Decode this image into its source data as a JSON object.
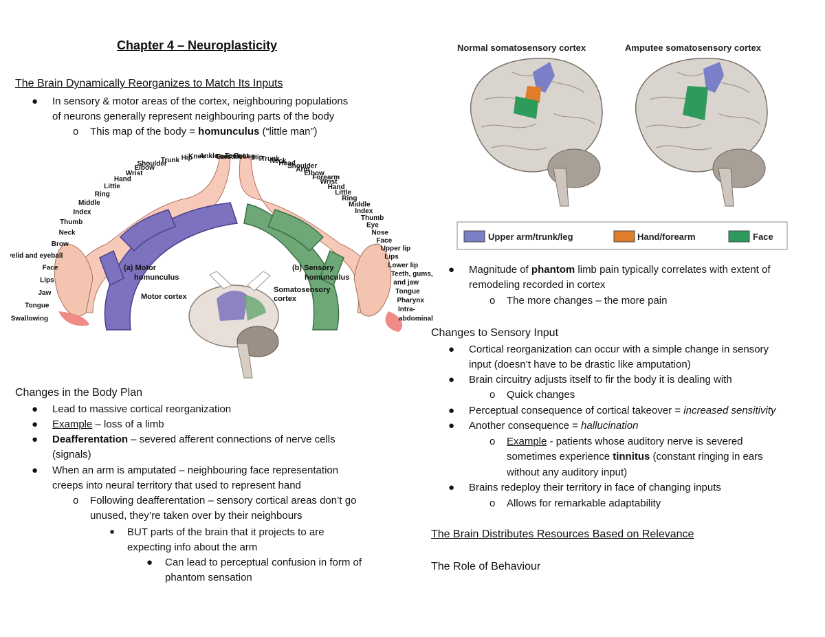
{
  "title": "Chapter 4 – Neuroplasticity",
  "left": {
    "section1": {
      "heading": "The Brain Dynamically Reorganizes to Match Its Inputs",
      "b1_l1": "In sensory & motor areas of the cortex, neighbouring populations",
      "b1_l2": "of neurons generally represent neighbouring parts of the body",
      "sub1_pre": "This map of the body = ",
      "sub1_bold": "homunculus",
      "sub1_post": " (“little man”)"
    },
    "section2": {
      "heading": "Changes in the Body Plan",
      "b1": "Lead to massive cortical reorganization",
      "b2_u": "Example",
      "b2_post": " – loss of a limb",
      "b3_bold": "Deafferentation",
      "b3_post": " – severed afferent connections of nerve cells",
      "b3_l2": "(signals)",
      "b4_l1": "When an arm is amputated – neighbouring face representation",
      "b4_l2": "creeps into neural territory that used to represent hand",
      "s1_l1": "Following deafferentation – sensory cortical areas don’t go",
      "s1_l2": "unused, they’re taken over by their neighbours",
      "ss1_l1": "BUT parts of the brain that it projects to are",
      "ss1_l2": "expecting info about the arm",
      "sss1_l1": "Can lead to perceptual confusion in form of",
      "sss1_l2": "phantom sensation"
    }
  },
  "homunculus_figure": {
    "motor_title": "(a) Motor",
    "motor_title2": "homunculus",
    "sensory_title": "(b) Sensory",
    "sensory_title2": "homunculus",
    "motor_cortex": "Motor cortex",
    "somato1": "Somatosensory",
    "somato2": "cortex",
    "motor_parts": [
      "Toes",
      "Ankle",
      "Knee",
      "Hip",
      "Trunk",
      "Shoulder",
      "Elbow",
      "Wrist",
      "Hand",
      "Little",
      "Ring",
      "Middle",
      "Index",
      "Thumb",
      "Neck",
      "Brow",
      "Eyelid and eyeball",
      "Face",
      "Lips",
      "Jaw",
      "Tongue",
      "Swallowing"
    ],
    "sensory_parts": [
      "Genitals",
      "Toes",
      "Foot",
      "Leg",
      "Hip",
      "Trunk",
      "Neck",
      "Head",
      "Shoulder",
      "Arm",
      "Elbow",
      "Forearm",
      "Wrist",
      "Hand",
      "Little",
      "Ring",
      "Middle",
      "Index",
      "Thumb",
      "Eye",
      "Nose",
      "Face",
      "Upper lip",
      "Lips",
      "Lower lip",
      "Teeth, gums,",
      "and jaw",
      "Tongue",
      "Pharynx",
      "Intra-",
      "abdominal"
    ]
  },
  "cortex_figure": {
    "normal_title": "Normal somatosensory cortex",
    "amputee_title": "Amputee somatosensory cortex",
    "legend": [
      {
        "label": "Upper arm/trunk/leg",
        "color": "#7b7fc8"
      },
      {
        "label": "Hand/forearm",
        "color": "#e07d2a"
      },
      {
        "label": "Face",
        "color": "#2e9a5b"
      }
    ]
  },
  "right": {
    "p1_l1_pre": "Magnitude of ",
    "p1_l1_bold": "phantom",
    "p1_l1_post": " limb pain typically correlates with extent of",
    "p1_l2": "remodeling recorded in cortex",
    "p1_sub": "The more changes – the more pain",
    "section3": {
      "heading": "Changes to Sensory Input",
      "b1_l1": "Cortical reorganization can occur with a simple change in sensory",
      "b1_l2": "input (doesn’t have to be drastic like amputation)",
      "b2": "Brain circuitry adjusts itself to fir the body it is dealing with",
      "b2_sub": "Quick changes",
      "b3_pre": "Perceptual consequence of cortical takeover = ",
      "b3_i": "increased sensitivity",
      "b4_pre": "Another consequence = ",
      "b4_i": "hallucination",
      "b4_sub_u": "Example",
      "b4_sub_l1": " - patients whose auditory nerve is severed",
      "b4_sub_l2_pre": "sometimes experience ",
      "b4_sub_l2_bold": "tinnitus",
      "b4_sub_l2_post": " (constant ringing in ears",
      "b4_sub_l3": "without any auditory input)",
      "b5": "Brains redeploy their territory in face of changing inputs",
      "b5_sub": "Allows for remarkable adaptability"
    },
    "section4_heading": "The Brain Distributes Resources Based on Relevance",
    "section5_heading": "The Role of Behaviour"
  },
  "symbols": {
    "bullet": "●",
    "sub": "o",
    "square": "■"
  }
}
